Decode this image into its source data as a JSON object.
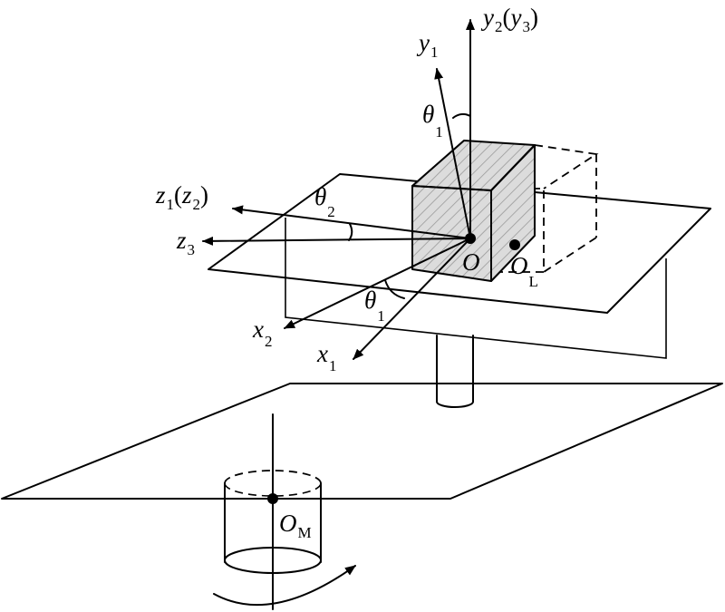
{
  "labels": {
    "y1": {
      "base": "y",
      "sub": "1"
    },
    "y2y3": {
      "base": "y",
      "sub": "2",
      "paren_base": "y",
      "paren_sub": "3"
    },
    "z1z2": {
      "base": "z",
      "sub": "1",
      "paren_base": "z",
      "paren_sub": "2"
    },
    "z3": {
      "base": "z",
      "sub": "3"
    },
    "x1": {
      "base": "x",
      "sub": "1"
    },
    "x2": {
      "base": "x",
      "sub": "2"
    },
    "theta1_top": {
      "base": "θ",
      "sub": "1"
    },
    "theta2": {
      "base": "θ",
      "sub": "2"
    },
    "theta1_bottom": {
      "base": "θ",
      "sub": "1"
    },
    "origin": {
      "base": "O"
    },
    "origin_L": {
      "base": "O",
      "sub": "L"
    },
    "origin_M": {
      "base": "O",
      "sub": "M"
    }
  }
}
